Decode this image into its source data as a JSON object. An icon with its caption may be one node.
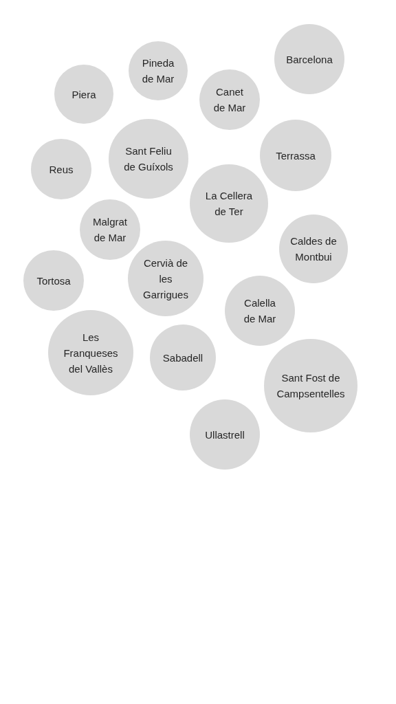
{
  "diagram": {
    "nodes": [
      {
        "text": [
          "Barcelona"
        ]
      },
      {
        "text": [
          "Pineda de Mar"
        ]
      },
      {
        "text": [
          "Piera"
        ]
      },
      {
        "text": [
          "Canet de Mar"
        ]
      },
      {
        "text": [
          "Terrassa"
        ]
      },
      {
        "text": [
          "Sant Feliu de Guíxols"
        ]
      },
      {
        "text": [
          "Reus"
        ]
      },
      {
        "text": [
          "La Cellera de Ter"
        ]
      },
      {
        "text": [
          "Malgrat de Mar"
        ]
      },
      {
        "text": [
          "Caldes de Montbui"
        ]
      },
      {
        "text": [
          "Cervià de les Garrigues"
        ]
      },
      {
        "text": [
          "Tortosa"
        ]
      },
      {
        "text": [
          "Calella de Mar"
        ]
      },
      {
        "text": [
          "Les Franqueses del Vallès"
        ]
      },
      {
        "text": [
          "Sabadell"
        ]
      },
      {
        "text": [
          "Sant Fost de Campsentelles"
        ]
      },
      {
        "text": [
          "Ullastrell"
        ]
      }
    ],
    "edges": []
  }
}
